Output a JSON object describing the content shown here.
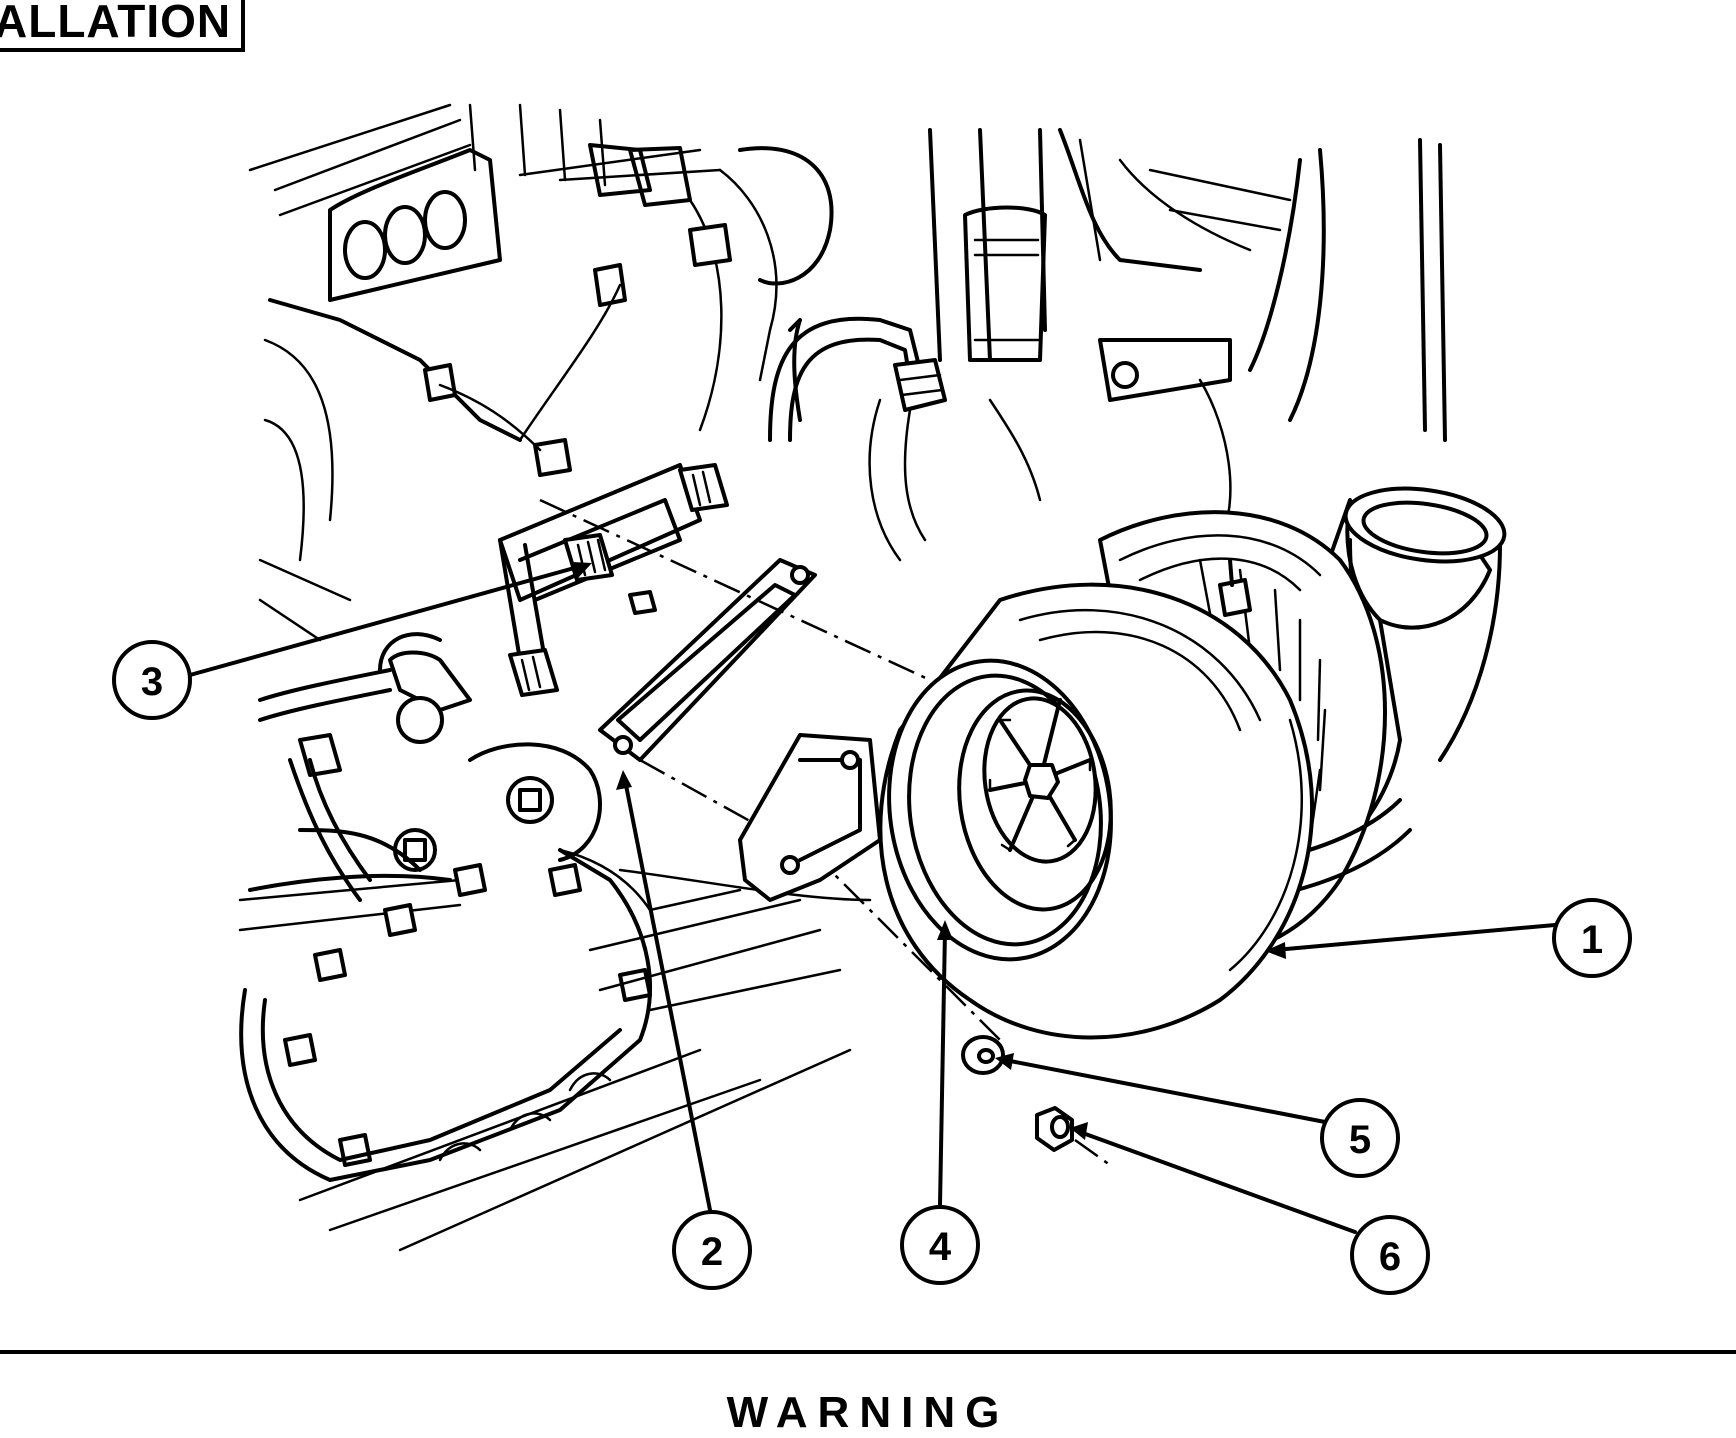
{
  "header": {
    "section_tag": "ALLATION"
  },
  "callouts": [
    {
      "id": "callout-1",
      "label": "1"
    },
    {
      "id": "callout-2",
      "label": "2"
    },
    {
      "id": "callout-3",
      "label": "3"
    },
    {
      "id": "callout-4",
      "label": "4"
    },
    {
      "id": "callout-5",
      "label": "5"
    },
    {
      "id": "callout-6",
      "label": "6"
    }
  ],
  "footer": {
    "heading": "WARNING"
  }
}
